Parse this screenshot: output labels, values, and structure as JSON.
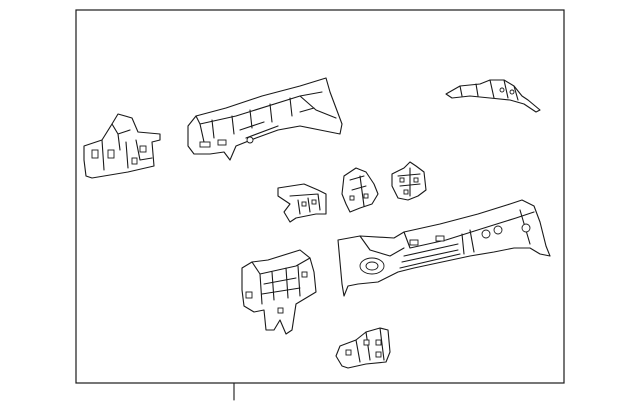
{
  "diagram": {
    "parts": [
      {
        "id": "part-left-bracket"
      },
      {
        "id": "part-upper-rail"
      },
      {
        "id": "part-top-right-reinforcement"
      },
      {
        "id": "part-small-bracket-a"
      },
      {
        "id": "part-small-bracket-b"
      },
      {
        "id": "part-small-bracket-c"
      },
      {
        "id": "part-main-side-member"
      },
      {
        "id": "part-lower-bracket-assembly"
      },
      {
        "id": "part-bottom-plate"
      }
    ]
  }
}
